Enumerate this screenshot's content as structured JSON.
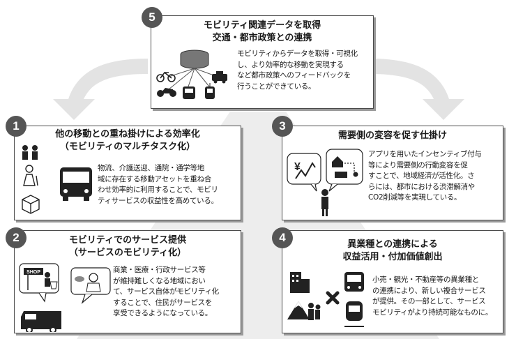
{
  "colors": {
    "accent": "#555555",
    "border": "#4a4a4a",
    "arrow": "#e6e6e6"
  },
  "center": {
    "number": "5",
    "title_line1": "モビリティ関連データを取得",
    "title_line2": "交通・都市政策との連携",
    "body": [
      "モビリティからデータを取得・可視化",
      "し、より効率的な移動を実現する",
      "など都市政策へのフィードバックを",
      "行うことができている。"
    ],
    "icons": [
      "database-icon",
      "bicycle-icon",
      "taxi-icon",
      "motorcycle-icon",
      "bus-icon",
      "tram-icon"
    ]
  },
  "card1": {
    "number": "1",
    "title_line1": "他の移動との重ね掛けによる効率化",
    "title_line2": "（モビリティのマルチタスク化）",
    "body": [
      "物流、介護送迎、通院・通学等地",
      "域に存在する移動アセットを重ね合",
      "わせ効率的に利用することで、モビリ",
      "ティサービスの収益性を高めている。"
    ],
    "icons": [
      "students-icon",
      "elderly-icon",
      "parcel-box-icon",
      "bus-icon"
    ]
  },
  "card2": {
    "number": "2",
    "title_line1": "モビリティでのサービス提供",
    "title_line2": "（サービスのモビリティ化）",
    "body": [
      "商業・医療・行政サービス等",
      "が維持難しくなる地域におい",
      "て、サービス自体がモビリティ化",
      "することで、住民がサービスを",
      "享受できるようになっている。"
    ],
    "shop_sign": "SHOP",
    "icons": [
      "shop-sign-icon",
      "shopper-icon",
      "doctor-icon",
      "van-icon"
    ]
  },
  "card3": {
    "number": "3",
    "title_line1": "需要側の変容を促す仕掛け",
    "body": [
      "アプリを用いたインセンティブ付与",
      "等により需要側の行動変容を促",
      "すことで、地域経済が活性化。さ",
      "らには、都市における渋滞解消や",
      "CO2削減等を実現している。"
    ],
    "yen_symbol": "¥",
    "icons": [
      "yen-icon",
      "trend-up-icon",
      "home-icon",
      "route-icon",
      "person-icon"
    ]
  },
  "card4": {
    "number": "4",
    "title_line1": "異業種との連携による",
    "title_line2": "収益活用・付加価値創出",
    "body": [
      "小売・観光・不動産等の異業種と",
      "の連携により、新しい複合サービス",
      "が提供。その一部として、サービス",
      "モビリティがより持続可能なものに。"
    ],
    "icons": [
      "building-icon",
      "mountain-icon",
      "tourists-icon",
      "cross-icon",
      "bus-icon",
      "train-icon"
    ]
  }
}
